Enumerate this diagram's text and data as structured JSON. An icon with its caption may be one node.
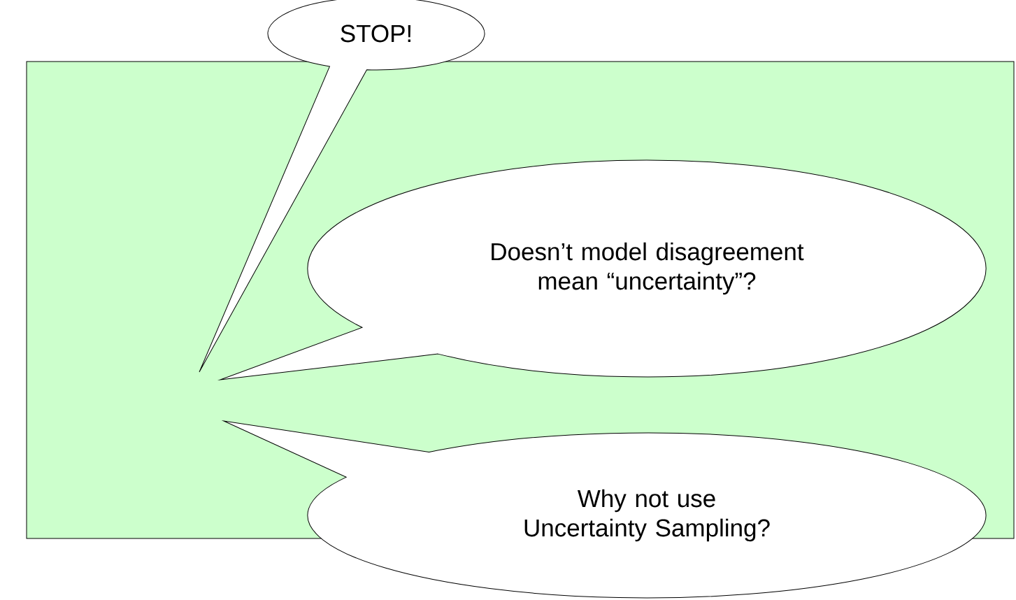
{
  "diagram": {
    "nodes": [
      {
        "text": [],
        "shape": "box"
      },
      {
        "text": [
          "STOP!"
        ]
      },
      {
        "text": [
          "Doesn’t model disagreement mean “uncertainty”?"
        ],
        "in": 0
      },
      {
        "text": [
          "Why not use Uncertainty Sampling?"
        ]
      }
    ]
  }
}
